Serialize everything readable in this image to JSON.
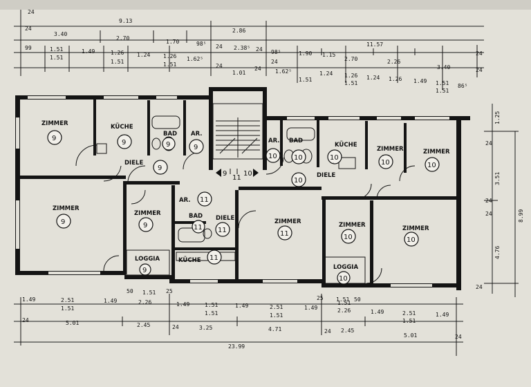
{
  "rooms": [
    {
      "id": "zimmer-9-nw",
      "label": "ZIMMER",
      "num": "9"
    },
    {
      "id": "kueche-9",
      "label": "KÜCHE",
      "num": "9"
    },
    {
      "id": "bad-9",
      "label": "BAD",
      "num": "9"
    },
    {
      "id": "ar-9",
      "label": "AR.",
      "num": "9"
    },
    {
      "id": "diele-9",
      "label": "DIELE",
      "num": "9"
    },
    {
      "id": "zimmer-9-sw",
      "label": "ZIMMER",
      "num": "9"
    },
    {
      "id": "zimmer-9-s",
      "label": "ZIMMER",
      "num": "9"
    },
    {
      "id": "loggia-9",
      "label": "LOGGIA",
      "num": "9"
    },
    {
      "id": "ar-11",
      "label": "AR.",
      "num": "11"
    },
    {
      "id": "bad-11",
      "label": "BAD",
      "num": "11"
    },
    {
      "id": "diele-11",
      "label": "DIELE",
      "num": "11"
    },
    {
      "id": "kueche-11",
      "label": "KÜCHE",
      "num": "11"
    },
    {
      "id": "zimmer-11",
      "label": "ZIMMER",
      "num": "11"
    },
    {
      "id": "ar-10",
      "label": "AR.",
      "num": "10"
    },
    {
      "id": "bad-10",
      "label": "BAD",
      "num": "10"
    },
    {
      "id": "kueche-10",
      "label": "KÜCHE",
      "num": "10"
    },
    {
      "id": "zimmer-10-ne",
      "label": "ZIMMER",
      "num": "10"
    },
    {
      "id": "zimmer-10-e",
      "label": "ZIMMER",
      "num": "10"
    },
    {
      "id": "diele-10",
      "label": "DIELE",
      "num": "10"
    },
    {
      "id": "zimmer-10-s",
      "label": "ZIMMER",
      "num": "10"
    },
    {
      "id": "zimmer-10-se",
      "label": "ZIMMER",
      "num": "10"
    },
    {
      "id": "loggia-10",
      "label": "LOGGIA",
      "num": "10"
    }
  ],
  "landing": {
    "left": "9",
    "mid": "11",
    "right": "10"
  },
  "extra_marks": [
    "10"
  ],
  "dims_top": {
    "r1": [
      "9.13",
      "2.86",
      "11.57"
    ],
    "r2": [
      "3.40",
      "2.70",
      "1.70",
      "98⁵",
      "2.38⁵",
      "98⁵",
      "1.90",
      "1.15",
      "2.70",
      "2.26",
      "3.40"
    ],
    "r3": [
      "99",
      "1.51",
      "1.49",
      "1.26",
      "1.24",
      "1.26",
      "1.62⁵",
      "24",
      "24",
      "1.62⁵",
      "1.24",
      "1.26",
      "1.24",
      "1.26",
      "1.49",
      "1.51",
      "86⁵"
    ],
    "r3b": [
      "1.51",
      "1.51",
      "1.51",
      "1.01",
      "1.51",
      "1.51",
      "1.51"
    ],
    "ends": [
      "24",
      "24",
      "24",
      "24",
      "24",
      "24",
      "24"
    ]
  },
  "dims_bottom": {
    "r1": [
      "1.49",
      "2.51",
      "1.49",
      "2.26",
      "1.49",
      "1.51",
      "1.49",
      "2.51",
      "1.49",
      "2.26",
      "1.49",
      "2.51",
      "1.49"
    ],
    "r1b": [
      "1.51",
      "1.51",
      "1.51",
      "1.51",
      "1.51"
    ],
    "small": [
      "50",
      "1.51",
      "25",
      "25",
      "1.51",
      "50"
    ],
    "r2": [
      "24",
      "5.01",
      "2.45",
      "24",
      "3.25",
      "4.71",
      "24",
      "2.45",
      "5.01",
      "24"
    ],
    "total": "23.99"
  },
  "dims_right": [
    "1.25",
    "3.51",
    "8.99",
    "4.76",
    "24",
    "24",
    "24",
    "24"
  ]
}
